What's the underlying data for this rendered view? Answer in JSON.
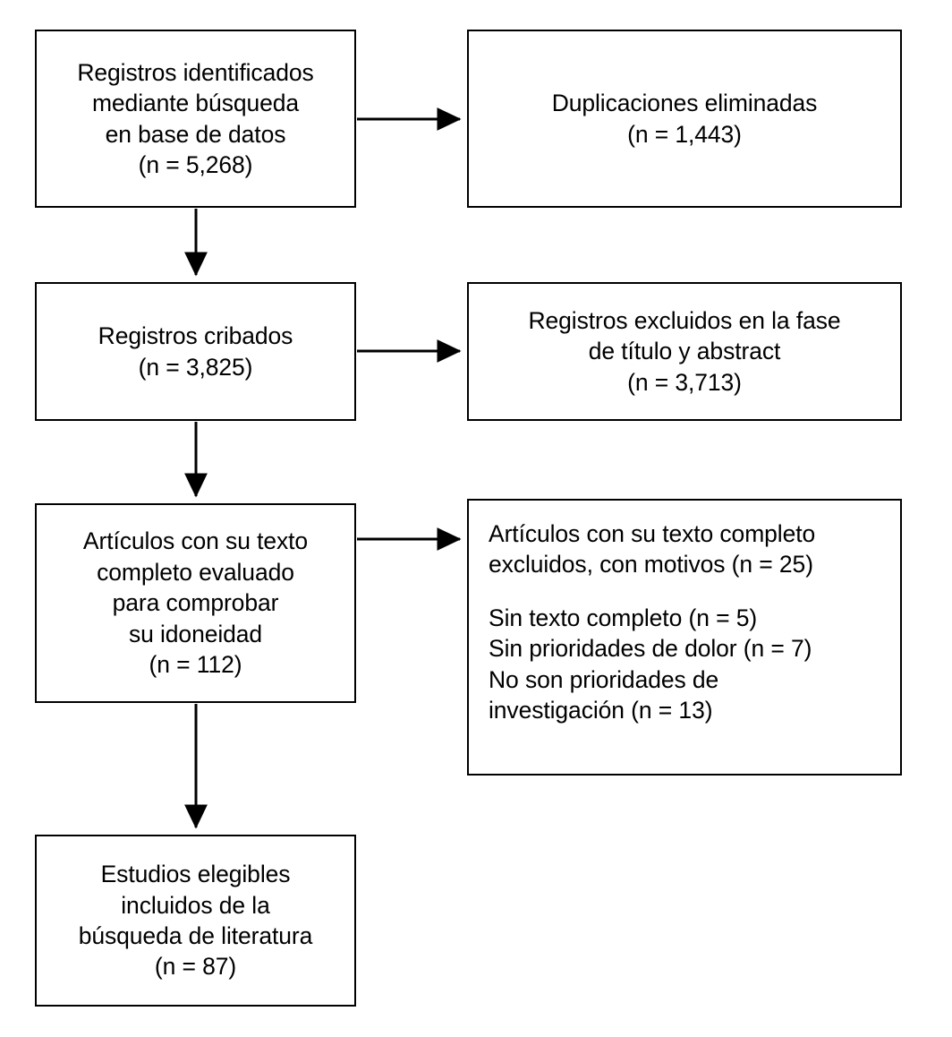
{
  "diagram": {
    "type": "prisma-flow-diagram",
    "language": "es",
    "colors": {
      "stroke": "#000000",
      "fill": "#ffffff",
      "text": "#000000"
    },
    "nodes": {
      "identified": {
        "name": "records-identified",
        "lines": [
          "Registros identificados",
          "mediante búsqueda",
          "en base de datos",
          "(n = 5,268)"
        ],
        "count": 5268
      },
      "duplicates": {
        "name": "duplicates-removed",
        "lines": [
          "Duplicaciones eliminadas",
          "(n = 1,443)"
        ],
        "count": 1443
      },
      "screened": {
        "name": "records-screened",
        "lines": [
          "Registros cribados",
          "(n = 3,825)"
        ],
        "count": 3825
      },
      "excluded_title_abstract": {
        "name": "records-excluded-title-abstract",
        "lines": [
          "Registros excluidos en la fase",
          "de título y abstract",
          "(n = 3,713)"
        ],
        "count": 3713
      },
      "fulltext_assessed": {
        "name": "fulltext-assessed",
        "lines": [
          "Artículos con su texto",
          "completo evaluado",
          "para comprobar",
          "su idoneidad",
          "(n = 112)"
        ],
        "count": 112
      },
      "fulltext_excluded": {
        "name": "fulltext-excluded-with-reasons",
        "heading_lines": [
          "Artículos con su texto completo",
          "excluidos, con motivos (n = 25)"
        ],
        "count": 25,
        "reason_lines": [
          "Sin texto completo (n = 5)",
          "Sin prioridades de dolor (n = 7)",
          "No son prioridades de",
          "investigación (n = 13)"
        ],
        "reasons": [
          {
            "label": "Sin texto completo",
            "count": 5
          },
          {
            "label": "Sin prioridades de dolor",
            "count": 7
          },
          {
            "label": "No son prioridades de investigación",
            "count": 13
          }
        ]
      },
      "included": {
        "name": "studies-included",
        "lines": [
          "Estudios elegibles",
          "incluidos de la",
          "búsqueda de literatura",
          "(n = 87)"
        ],
        "count": 87
      }
    },
    "connectors": [
      {
        "name": "arrow-identified-to-duplicates",
        "from": "identified",
        "to": "duplicates",
        "direction": "right"
      },
      {
        "name": "arrow-identified-to-screened",
        "from": "identified",
        "to": "screened",
        "direction": "down"
      },
      {
        "name": "arrow-screened-to-excluded",
        "from": "screened",
        "to": "excluded_title_abstract",
        "direction": "right"
      },
      {
        "name": "arrow-screened-to-fulltext",
        "from": "screened",
        "to": "fulltext_assessed",
        "direction": "down"
      },
      {
        "name": "arrow-fulltext-to-excluded",
        "from": "fulltext_assessed",
        "to": "fulltext_excluded",
        "direction": "right"
      },
      {
        "name": "arrow-fulltext-to-included",
        "from": "fulltext_assessed",
        "to": "included",
        "direction": "down"
      }
    ]
  }
}
